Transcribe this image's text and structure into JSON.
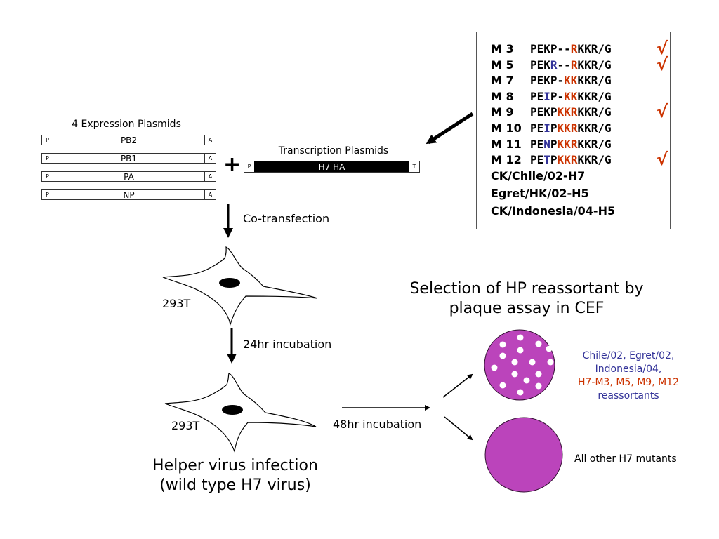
{
  "expression_plasmids": {
    "title": "4 Expression Plasmids",
    "promoter_label": "P",
    "terminator_label": "A",
    "genes": [
      "PB2",
      "PB1",
      "PA",
      "NP"
    ]
  },
  "plus_sign": "+",
  "transcription_plasmid": {
    "title": "Transcription Plasmids",
    "promoter_label": "P",
    "gene": "H7 HA",
    "terminator_label": "T"
  },
  "mutants": [
    {
      "label": "M 3",
      "seq": [
        {
          "t": "PEKP--",
          "c": "black"
        },
        {
          "t": "R",
          "c": "red"
        },
        {
          "t": "KKR/G",
          "c": "black"
        }
      ],
      "selected": true
    },
    {
      "label": "M 5",
      "seq": [
        {
          "t": "PEK",
          "c": "black"
        },
        {
          "t": "R",
          "c": "blue"
        },
        {
          "t": "--",
          "c": "black"
        },
        {
          "t": "R",
          "c": "red"
        },
        {
          "t": "KKR/G",
          "c": "black"
        }
      ],
      "selected": true
    },
    {
      "label": "M 7",
      "seq": [
        {
          "t": "PEKP-",
          "c": "black"
        },
        {
          "t": "KK",
          "c": "red"
        },
        {
          "t": "KKR/G",
          "c": "black"
        }
      ],
      "selected": false
    },
    {
      "label": "M 8",
      "seq": [
        {
          "t": "PE",
          "c": "black"
        },
        {
          "t": "I",
          "c": "blue"
        },
        {
          "t": "P-",
          "c": "black"
        },
        {
          "t": "KK",
          "c": "red"
        },
        {
          "t": "KKR/G",
          "c": "black"
        }
      ],
      "selected": false
    },
    {
      "label": "M 9",
      "seq": [
        {
          "t": "PEKP",
          "c": "black"
        },
        {
          "t": "KKR",
          "c": "red"
        },
        {
          "t": "KKR/G",
          "c": "black"
        }
      ],
      "selected": true
    },
    {
      "label": "M 10",
      "seq": [
        {
          "t": "PE",
          "c": "black"
        },
        {
          "t": "I",
          "c": "blue"
        },
        {
          "t": "P",
          "c": "black"
        },
        {
          "t": "KKR",
          "c": "red"
        },
        {
          "t": "KKR/G",
          "c": "black"
        }
      ],
      "selected": false
    },
    {
      "label": "M 11",
      "seq": [
        {
          "t": "PE",
          "c": "black"
        },
        {
          "t": "N",
          "c": "blue"
        },
        {
          "t": "P",
          "c": "black"
        },
        {
          "t": "KKR",
          "c": "red"
        },
        {
          "t": "KKR/G",
          "c": "black"
        }
      ],
      "selected": false
    },
    {
      "label": "M 12",
      "seq": [
        {
          "t": "PE",
          "c": "black"
        },
        {
          "t": "T",
          "c": "blue"
        },
        {
          "t": "P",
          "c": "black"
        },
        {
          "t": "KKR",
          "c": "red"
        },
        {
          "t": "KKR/G",
          "c": "black"
        }
      ],
      "selected": true
    }
  ],
  "check_mark": "√",
  "reference_strains": [
    "CK/Chile/02-H7",
    "Egret/HK/02-H5",
    "CK/Indonesia/04-H5"
  ],
  "steps": {
    "cotransfection": "Co-transfection",
    "cell_label": "293T",
    "incubation_24": "24hr incubation",
    "incubation_48": "48hr incubation",
    "helper_line1": "Helper virus infection",
    "helper_line2": "(wild type H7 virus)"
  },
  "selection": {
    "title_line1": "Selection of HP reassortant by",
    "title_line2": "plaque assay in CEF",
    "positive_lines": [
      {
        "text": "Chile/02, Egret/02,",
        "c": "blue"
      },
      {
        "text": "Indonesia/04,",
        "c": "blue"
      },
      {
        "text": "H7-M3, M5, M9, M12",
        "c": "red"
      },
      {
        "text": "reassortants",
        "c": "blue"
      }
    ],
    "negative_label": "All other H7 mutants"
  },
  "colors": {
    "red": "#cc3300",
    "blue": "#333399",
    "black": "#000000",
    "plate": "#bb44bb"
  }
}
